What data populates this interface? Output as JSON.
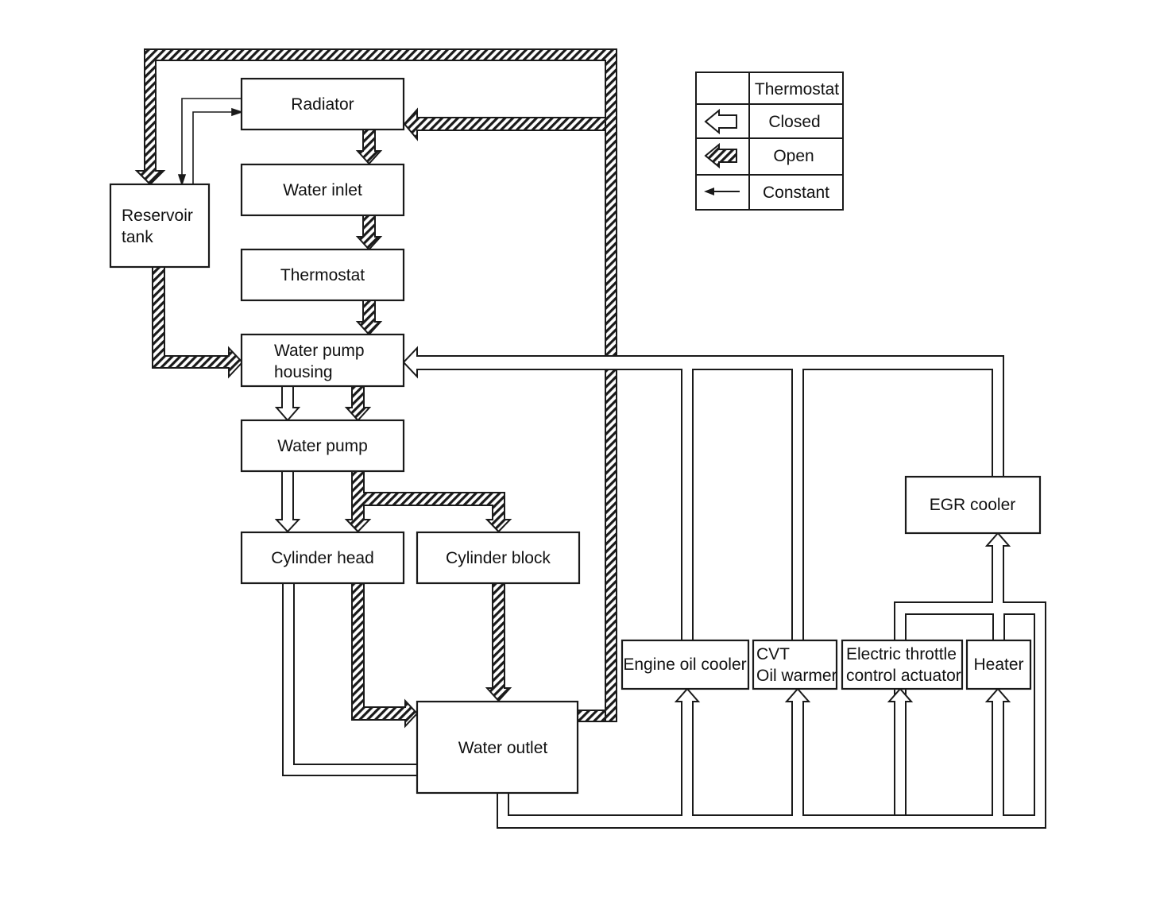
{
  "components": {
    "radiator": "Radiator",
    "water_inlet": "Water inlet",
    "thermostat": "Thermostat",
    "water_pump_housing": [
      "Water pump",
      "housing"
    ],
    "water_pump": "Water pump",
    "cylinder_head": "Cylinder head",
    "cylinder_block": "Cylinder block",
    "water_outlet": "Water outlet",
    "reservoir_tank": [
      "Reservoir",
      "tank"
    ],
    "engine_oil_cooler": "Engine oil cooler",
    "cvt_oil_warmer": [
      "CVT",
      "Oil warmer"
    ],
    "electric_throttle": [
      "Electric throttle",
      "control actuator"
    ],
    "heater": "Heater",
    "egr_cooler": "EGR cooler"
  },
  "legend": {
    "header": "Thermostat",
    "closed": "Closed",
    "open": "Open",
    "constant": "Constant"
  }
}
